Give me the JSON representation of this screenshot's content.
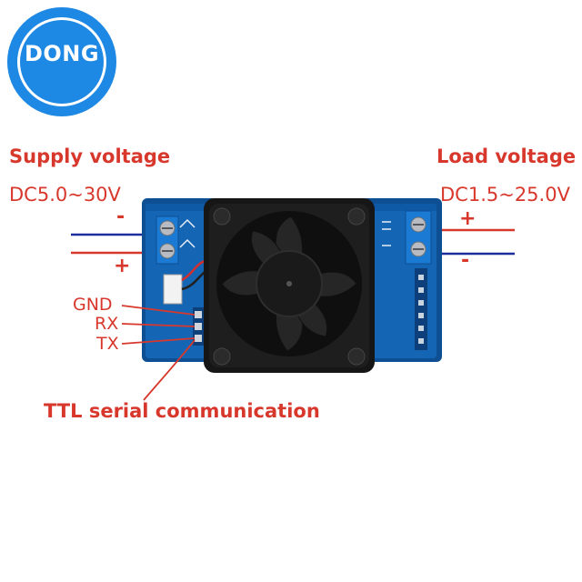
{
  "logo": {
    "text": "DONG",
    "color": "#1e88e5"
  },
  "supply": {
    "title": "Supply voltage",
    "range": "DC5.0~30V",
    "minus": "-",
    "plus": "+"
  },
  "load": {
    "title": "Load voltage",
    "range": "DC1.5~25.0V",
    "plus": "+",
    "minus": "-"
  },
  "pins": {
    "gnd": "GND",
    "rx": "RX",
    "tx": "TX"
  },
  "ttl": {
    "caption": "TTL serial communication"
  },
  "colors": {
    "label_red": "#d8382c",
    "wire_blue": "#1c2e9e",
    "pcb_blue": "#1565b5",
    "terminal_blue": "#1976d2",
    "fan_black": "#141414"
  }
}
